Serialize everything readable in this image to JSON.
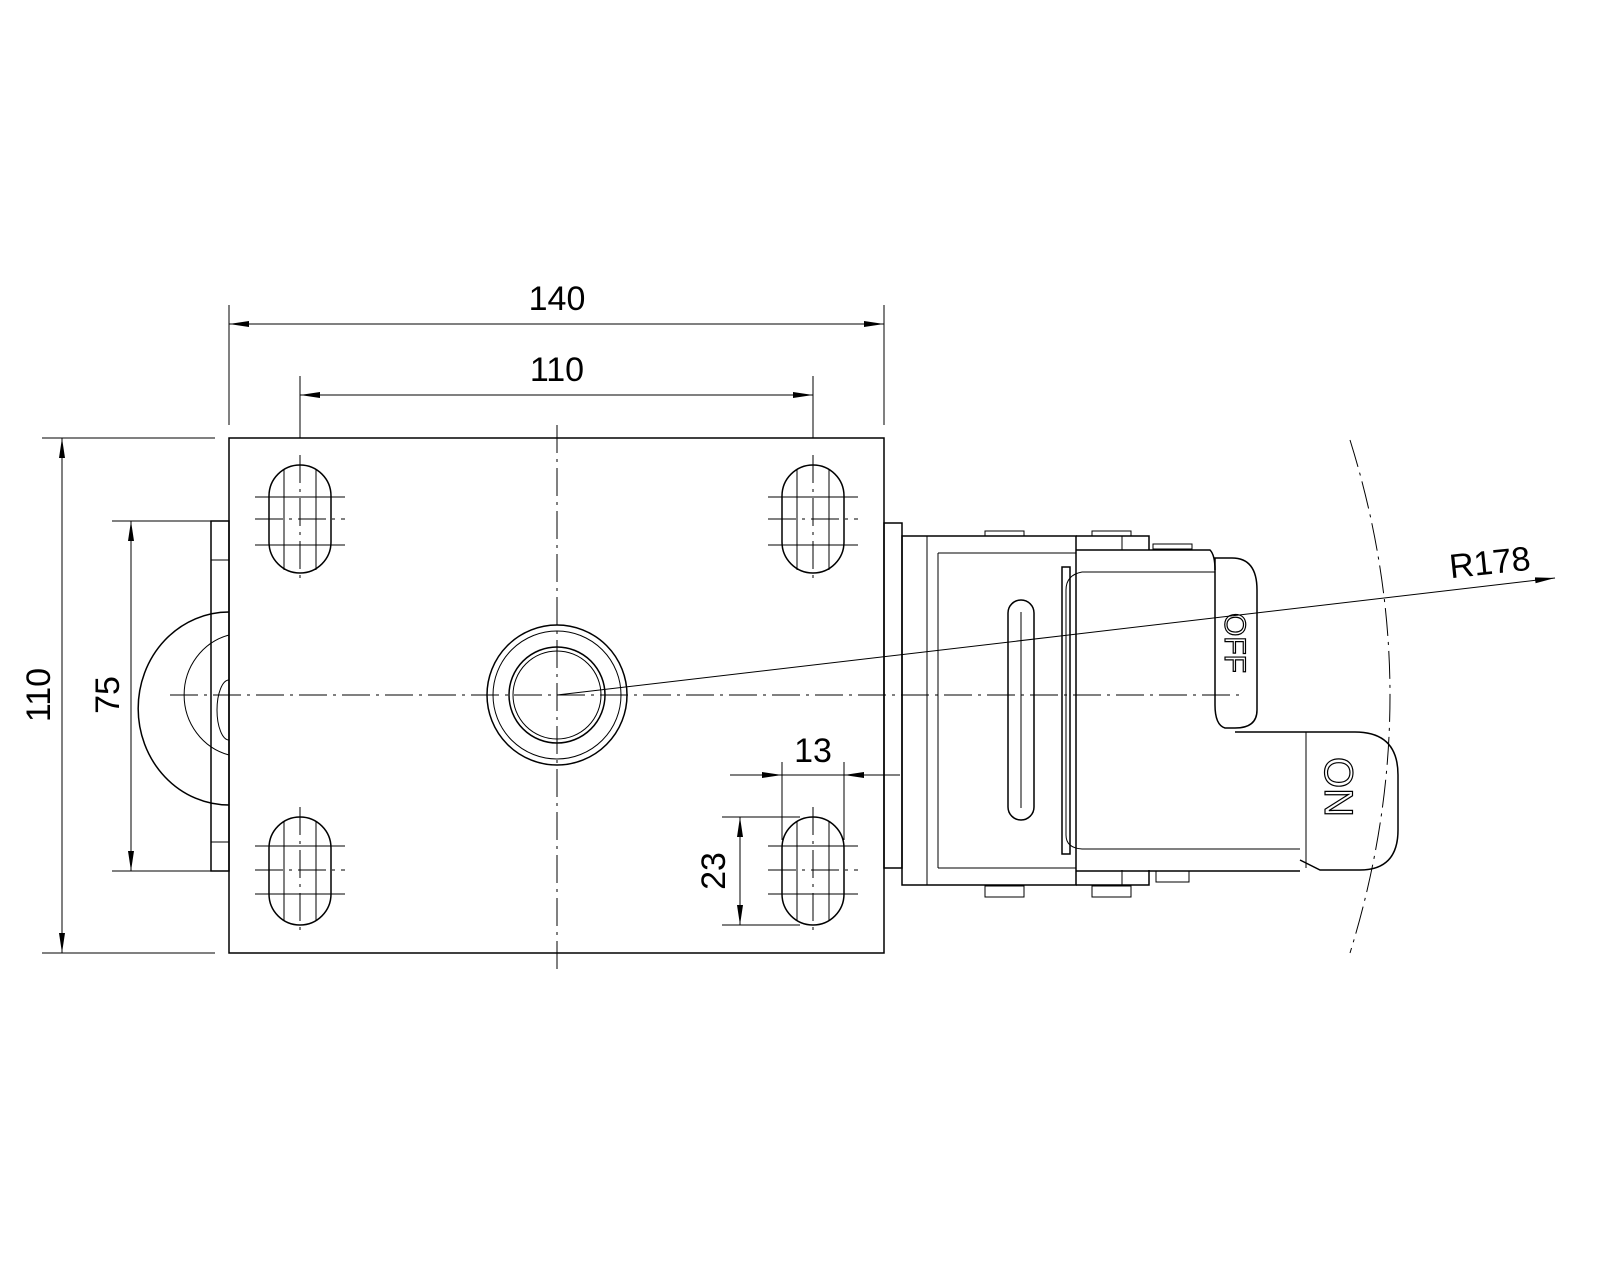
{
  "drawing": {
    "dimensions": {
      "overall_width": "140",
      "hole_spacing_x": "110",
      "overall_height": "110",
      "hole_spacing_y": "75",
      "slot_width": "13",
      "slot_length": "23",
      "swivel_radius": "R178"
    },
    "brake_labels": {
      "off": "OFF",
      "on": "ON"
    },
    "line_color": "#000000",
    "background": "#ffffff"
  }
}
